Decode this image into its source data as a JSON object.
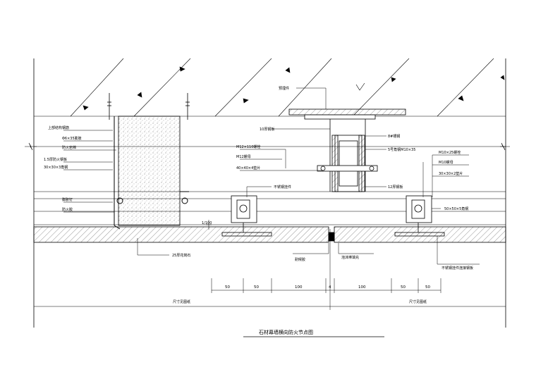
{
  "labels": {
    "embed_plate": "预埋件",
    "steel_10": "10厚钢板",
    "steel_u8": "8#槽钢",
    "u5": "5号角钢M10×35",
    "bolt_m12x110": "M12×110螺栓",
    "nut_m12": "M12螺母",
    "washer": "40×40×4垫片",
    "stainless_bolt": "不锈钢挂件",
    "steel_12": "12厚钢板",
    "m10x25": "M10×25螺栓",
    "m10": "M10螺母",
    "washer30": "30×30×2垫片",
    "angle50": "50×50×5角钢",
    "left_1": "上部结构钢筋",
    "left_2": "Φ6×35膨胀",
    "left_3": "防火岩棉",
    "left_4": "1.5厚防火钢板",
    "left_5": "30×30×3角钢",
    "left_6": "膨胀钉",
    "left_7": "防火胶",
    "stone": "25厚花岗石",
    "sealant": "耐候胶",
    "foam": "泡沫棒填充",
    "clip": "不锈钢挂件连接钢板",
    "size": "1/100"
  },
  "dimensions": {
    "left": [
      "50",
      "50",
      "100"
    ],
    "center": "4",
    "right": [
      "100",
      "50",
      "50"
    ],
    "bottom_left": "尺寸见图纸",
    "bottom_right": "尺寸见图纸"
  },
  "title": "石材幕墙横向防火节点图",
  "colors": {
    "line": "#000000",
    "background": "#ffffff",
    "fill_dots": "#555555"
  }
}
